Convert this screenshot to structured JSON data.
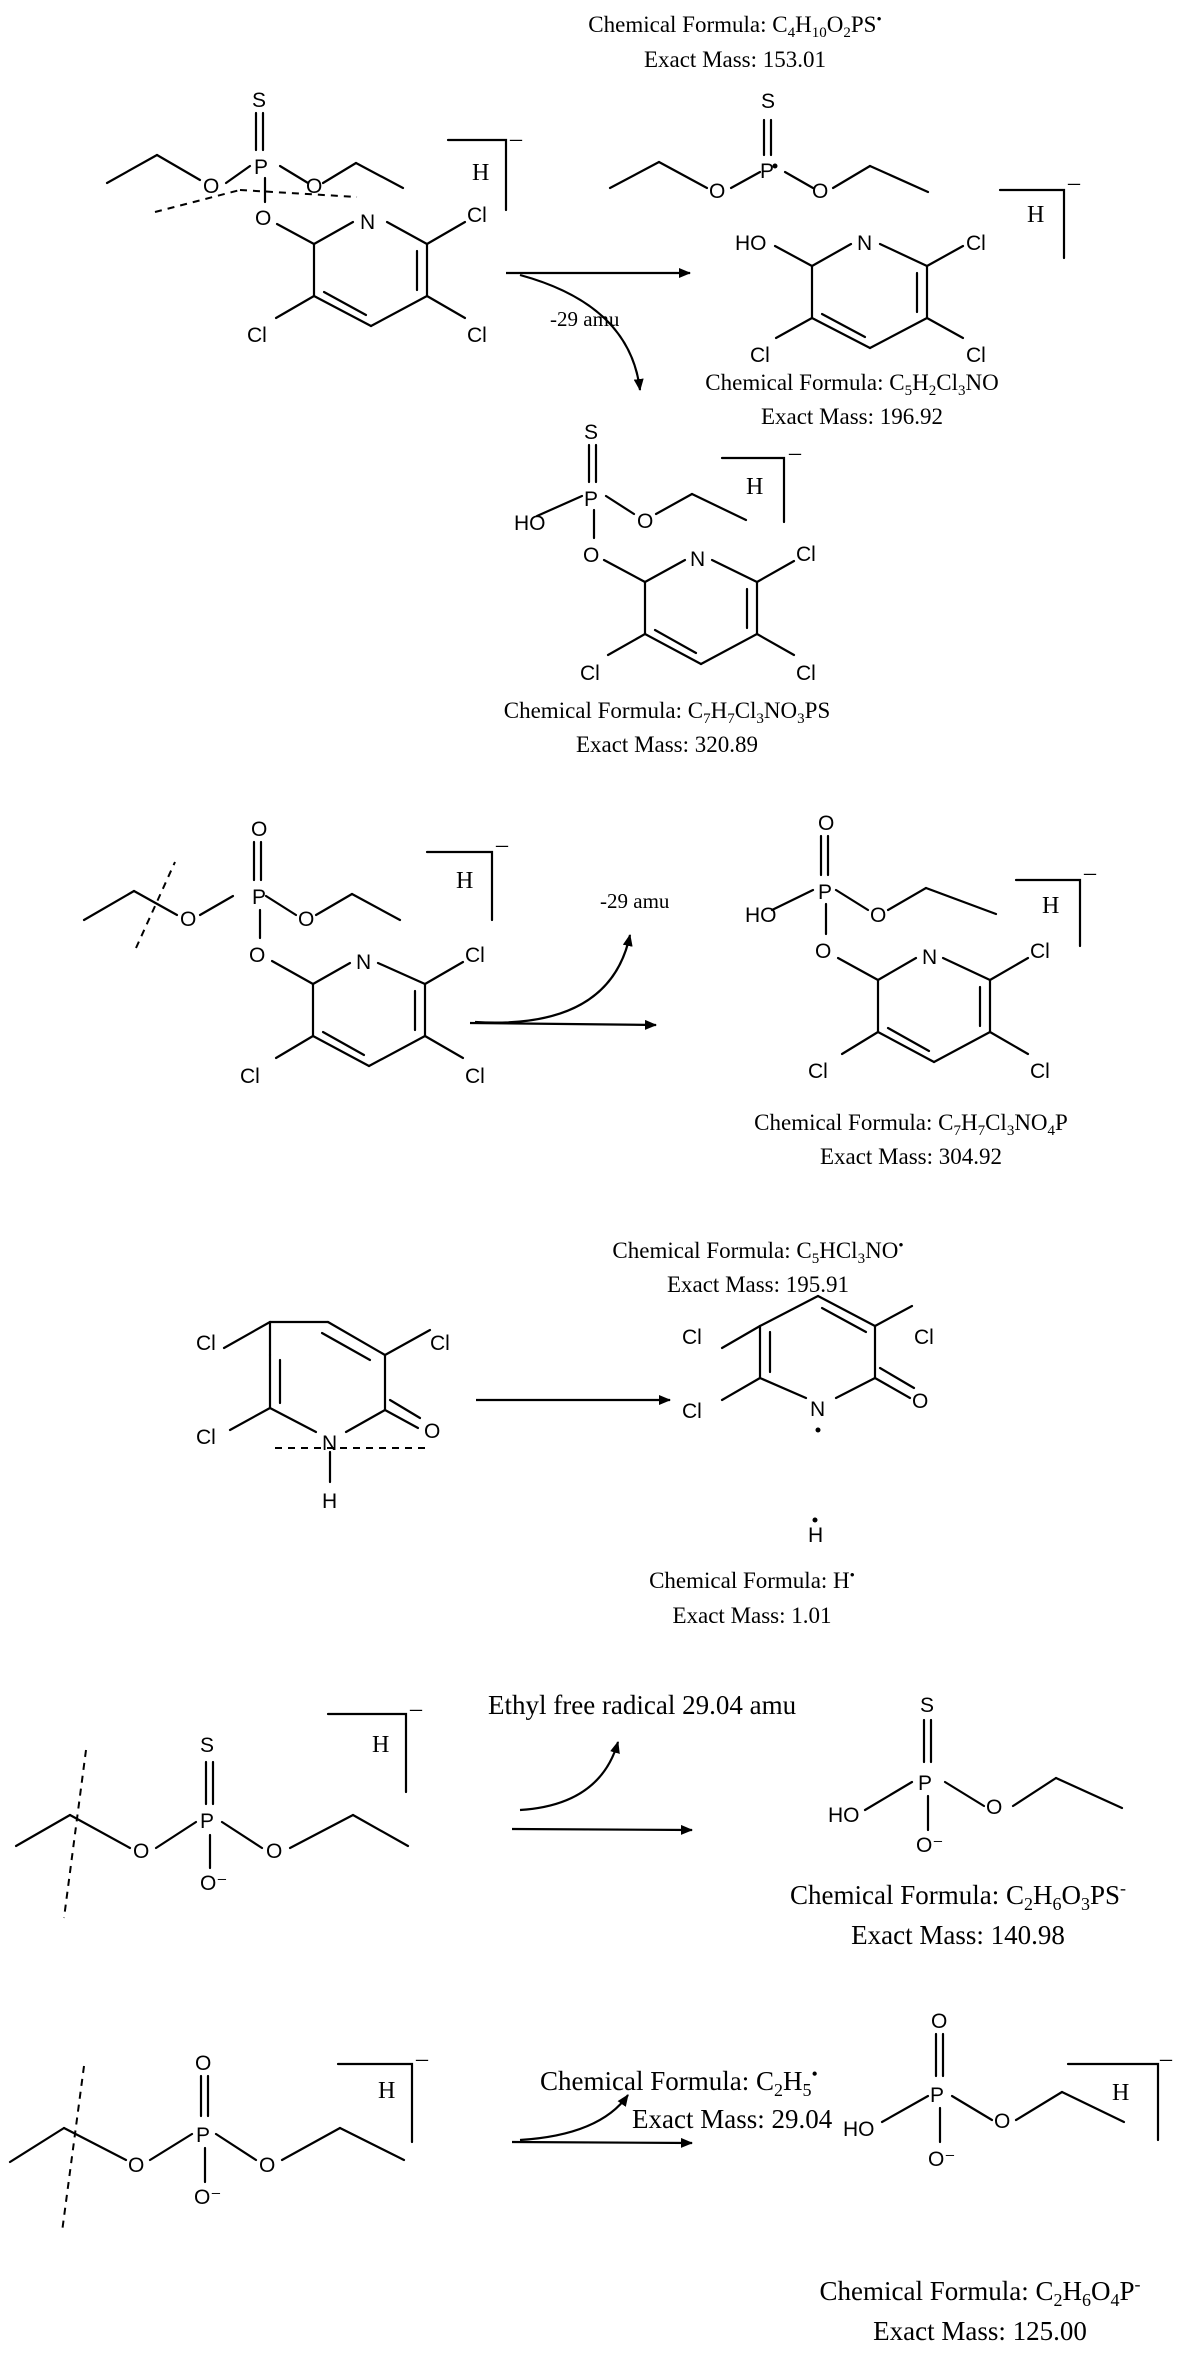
{
  "atoms": {
    "S": "S",
    "P": "P",
    "O": "O",
    "N": "N",
    "Cl": "Cl",
    "H": "H",
    "HO": "HO",
    "Ominus": "O⁻"
  },
  "bracket": {
    "label": "H",
    "charge": "–"
  },
  "scheme1": {
    "top_formula": "Chemical Formula: C4H10O2PS•",
    "top_mass": "Exact Mass: 153.01",
    "loss_label": "-29 amu",
    "pyridinol_formula": "Chemical Formula: C5H2Cl3NO",
    "pyridinol_mass": "Exact Mass: 196.92",
    "product_formula": "Chemical Formula: C7H7Cl3NO3PS",
    "product_mass": "Exact Mass: 320.89"
  },
  "scheme2": {
    "loss_label": "-29 amu",
    "product_formula": "Chemical Formula: C7H7Cl3NO4P",
    "product_mass": "Exact Mass: 304.92"
  },
  "scheme3": {
    "top_formula": "Chemical Formula: C5HCl3NO•",
    "top_mass": "Exact Mass: 195.91",
    "h_formula": "Chemical Formula: H•",
    "h_mass": "Exact Mass: 1.01"
  },
  "scheme4": {
    "loss_label": "Ethyl free radical 29.04 amu",
    "product_formula": "Chemical Formula: C2H6O3PS-",
    "product_mass": "Exact Mass: 140.98"
  },
  "scheme5": {
    "loss_formula": "Chemical Formula: C2H5•",
    "loss_mass": "Exact Mass: 29.04",
    "product_formula": "Chemical Formula: C2H6O4P-",
    "product_mass": "Exact Mass: 125.00"
  }
}
